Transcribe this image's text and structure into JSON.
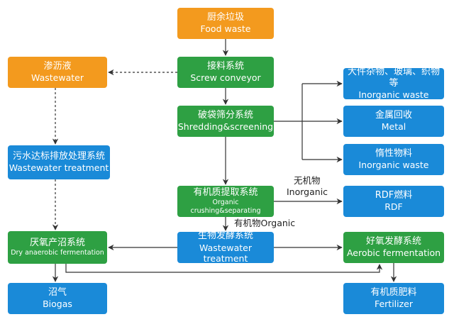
{
  "colors": {
    "orange": "#f39a1e",
    "green": "#2ea043",
    "blue": "#1a8ad8",
    "line": "#333333"
  },
  "nodes": {
    "food_waste": {
      "zh": "厨余垃圾",
      "en": "Food waste"
    },
    "wastewater": {
      "zh": "渗沥液",
      "en": "Wastewater"
    },
    "screw_conveyor": {
      "zh": "接料系统",
      "en": "Screw conveyor"
    },
    "shredding": {
      "zh": "破袋筛分系统",
      "en": "Shredding&screening"
    },
    "organic_separating": {
      "zh": "有机质提取系统",
      "en": "Organic crushing&separating"
    },
    "bio_fermentation": {
      "zh": "生物发酵系统",
      "en": "Wastewater treatment"
    },
    "wastewater_treatment": {
      "zh": "污水达标排放处理系统",
      "en": "Wastewater treatment"
    },
    "dry_anaerobic": {
      "zh": "厌氧产沼系统",
      "en": "Dry anaerobic fermentation"
    },
    "biogas": {
      "zh": "沼气",
      "en": "Biogas"
    },
    "inorganic_1": {
      "zh": "大件杂物、玻璃、织物等",
      "en": "Inorganic waste"
    },
    "metal": {
      "zh": "金属回收",
      "en": "Metal"
    },
    "inorganic_2": {
      "zh": "惰性物料",
      "en": "Inorganic waste"
    },
    "rdf": {
      "zh": "RDF燃料",
      "en": "RDF"
    },
    "aerobic": {
      "zh": "好氧发酵系统",
      "en": "Aerobic fermentation"
    },
    "fertilizer": {
      "zh": "有机质肥料",
      "en": "Fertilizer"
    }
  },
  "labels": {
    "inorganic_zh": "无机物",
    "inorganic_en": "Inorganic",
    "organic": "有机物Organic"
  }
}
